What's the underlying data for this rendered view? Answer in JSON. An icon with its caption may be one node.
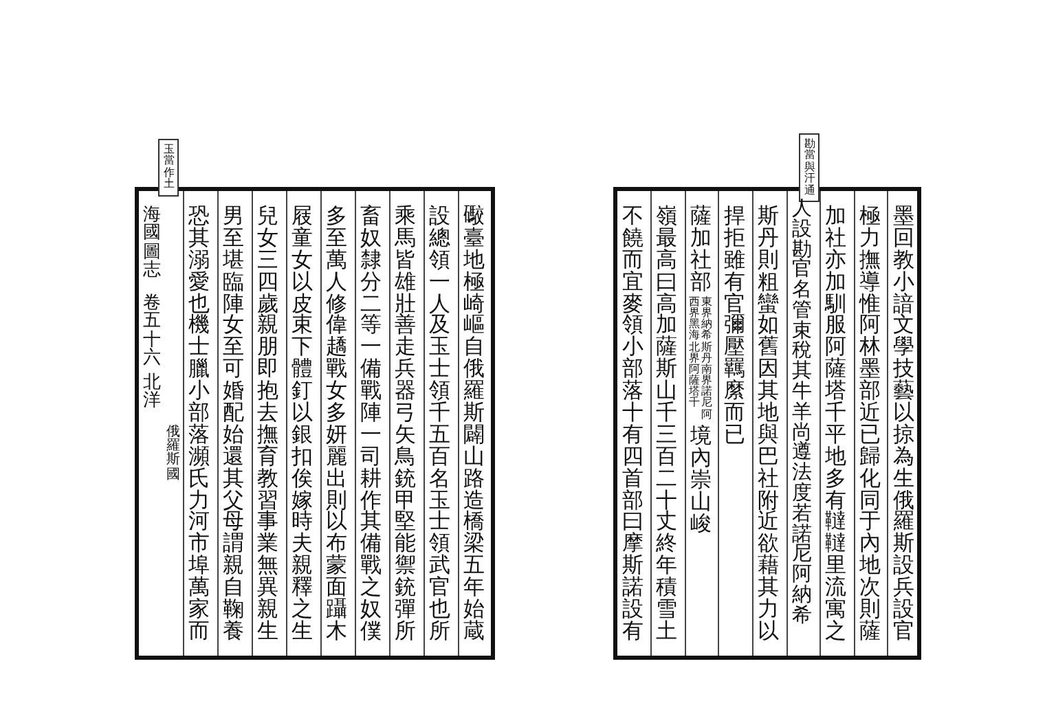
{
  "diagram": {
    "labels": [
      "勘當與汗通",
      "墨回教小諳文學技藝以掠為生俄羅斯設兵設官",
      "極力撫導惟阿林墨部近已歸化同于內地次則薩",
      "加社亦加馴服阿薩塔千平地多有韃韃里流寓之",
      "人設勘官名管束稅其牛羊尚遵法度若諾尼阿納希",
      "斯丹則粗蠻如舊因其地與巴社附近欲藉其力以",
      "捍拒雖有官彌壓羈縻而已",
      "薩加社部",
      "東界納希斯丹南界諾尼阿",
      "西界黑海北界阿薩塔千",
      "境內崇山峻",
      "嶺最高曰高加薩斯山千三百二十丈終年積雪土",
      "不饒而宜麥領小部落十有四首部曰摩斯諾設有",
      "玉當作土",
      "海國圖志",
      "卷五十六",
      "北洋",
      "俄羅斯國",
      "礮臺地極崎嶇自俄羅斯闢山路造橋梁五年始蔵",
      "設總領一人及玉士領千五百名玉士領武官也所",
      "乘馬皆雄壯善走兵器弓矢鳥銃甲堅能禦銃彈所",
      "畜奴隸分二等一備戰陣一司耕作其備戰之奴僕",
      "多至萬人修偉趫戰女多妍麗出則以布蒙面躡木",
      "屐童女以皮束下體釘以銀扣俟嫁時夫親釋之生",
      "兒女三四歲親朋即抱去撫育教習事業無異親生",
      "男至堪臨陣女至可婚配始還其父母謂親自鞠養",
      "恐其溺愛也機士臘小部落瀕氏力河市埠萬家而"
    ]
  }
}
